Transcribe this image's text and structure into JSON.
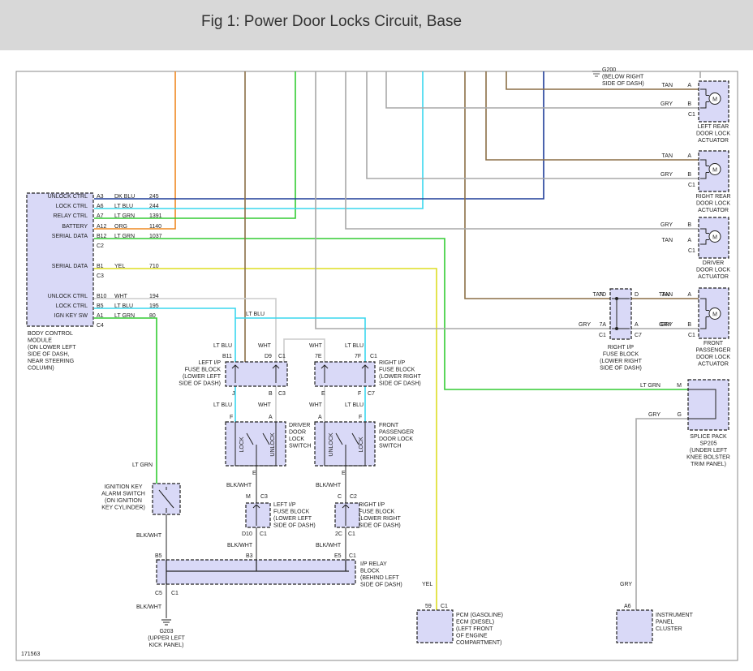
{
  "header": {
    "title": "Fig 1: Power Door Locks Circuit, Base"
  },
  "colors": {
    "tan": "#8b6f47",
    "gry": "#a8a8a8",
    "dkblu": "#1f3d99",
    "ltblu": "#3ad7ee",
    "ltgrn": "#33cc33",
    "org": "#ee8822",
    "yel": "#eeee22",
    "blkwht": "#777777"
  },
  "bcm": {
    "pins": [
      {
        "pin": "A3",
        "name": "UNLOCK CTRL",
        "color": "DK BLU",
        "circuit": "245"
      },
      {
        "pin": "A6",
        "name": "LOCK CTRL",
        "color": "LT BLU",
        "circuit": "244"
      },
      {
        "pin": "A7",
        "name": "RELAY CTRL",
        "color": "LT GRN",
        "circuit": "1391"
      },
      {
        "pin": "A12",
        "name": "BATTERY",
        "color": "ORG",
        "circuit": "1140"
      },
      {
        "pin": "B12",
        "name": "SERIAL DATA",
        "color": "LT GRN",
        "circuit": "1037"
      },
      {
        "pin": "C2",
        "name": "",
        "color": "",
        "circuit": ""
      },
      {
        "pin": "B1",
        "name": "SERIAL DATA",
        "color": "YEL",
        "circuit": "710"
      },
      {
        "pin": "C3",
        "name": "",
        "color": "",
        "circuit": ""
      },
      {
        "pin": "B10",
        "name": "UNLOCK CTRL",
        "color": "WHT",
        "circuit": "194"
      },
      {
        "pin": "B5",
        "name": "LOCK CTRL",
        "color": "LT BLU",
        "circuit": "195"
      },
      {
        "pin": "A1",
        "name": "IGN KEY SW",
        "color": "LT GRN",
        "circuit": "80"
      },
      {
        "pin": "C4",
        "name": "",
        "color": "",
        "circuit": ""
      }
    ],
    "label": [
      "BODY CONTROL",
      "MODULE",
      "(ON LOWER LEFT",
      "SIDE OF DASH,",
      "NEAR STEERING",
      "COLUMN)"
    ]
  },
  "ground_top": {
    "label": [
      "G200",
      "(BELOW RIGHT",
      "SIDE OF DASH)"
    ]
  },
  "actuators": [
    {
      "label": [
        "LEFT REAR",
        "DOOR LOCK",
        "ACTUATOR"
      ],
      "wire_a": "TAN",
      "pin_a": "A",
      "wire_b": "GRY",
      "pin_b": "B",
      "conn": "C1"
    },
    {
      "label": [
        "RIGHT REAR",
        "DOOR LOCK",
        "ACTUATOR"
      ],
      "wire_a": "TAN",
      "pin_a": "A",
      "wire_b": "GRY",
      "pin_b": "B",
      "conn": "C1"
    },
    {
      "label": [
        "DRIVER",
        "DOOR LOCK",
        "ACTUATOR"
      ],
      "wire_a": "GRY",
      "pin_a": "B",
      "wire_b": "TAN",
      "pin_b": "A",
      "conn": "C1"
    },
    {
      "label": [
        "FRONT",
        "PASSENGER",
        "DOOR LOCK",
        "ACTUATOR"
      ],
      "wire_a": "TAN",
      "pin_a": "A",
      "wire_b": "GRY",
      "pin_b": "B",
      "conn": "C1"
    }
  ],
  "motor_symbol": "M",
  "right_fuse_block_top": {
    "label": [
      "RIGHT I/P",
      "FUSE BLOCK",
      "(LOWER RIGHT",
      "SIDE OF DASH)"
    ],
    "wire_in_top": "TAN",
    "pin_in_top": "7D",
    "pin_out_top": "D",
    "wire_out_top": "TAN",
    "wire_in_bot": "GRY",
    "pin_in_bot": "7A",
    "pin_out_bot": "A",
    "wire_out_bot": "GRY",
    "conn_left": "C1",
    "conn_right": "C7"
  },
  "splice_pack": {
    "label": [
      "SPLICE PACK",
      "SP205",
      "(UNDER LEFT",
      "KNEE BOLSTER",
      "TRIM PANEL)"
    ],
    "wire_m": "LT GRN",
    "pin_m": "M",
    "wire_g": "GRY",
    "pin_g": "G"
  },
  "left_fuse_block": {
    "label": [
      "LEFT I/P",
      "FUSE BLOCK",
      "(LOWER LEFT",
      "SIDE OF DASH)"
    ],
    "wire_tl": "LT BLU",
    "pin_tl": "B11",
    "wire_tr": "WHT",
    "pin_tr": "D9",
    "conn_tr": "C1",
    "pin_bl": "J",
    "pin_br": "B",
    "conn_br": "C3",
    "top_wire": "LT BLU"
  },
  "right_fuse_block_mid": {
    "label": [
      "RIGHT I/P",
      "FUSE BLOCK",
      "(LOWER RIGHT",
      "SIDE OF DASH)"
    ],
    "wire_tl": "WHT",
    "pin_tl": "7E",
    "wire_tr": "LT BLU",
    "pin_tr": "7F",
    "conn_tr": "C1",
    "pin_bl": "E",
    "pin_br": "F",
    "conn_br": "C7"
  },
  "driver_switch": {
    "label": [
      "DRIVER",
      "DOOR",
      "LOCK",
      "SWITCH"
    ],
    "wire_f": "LT BLU",
    "pin_f": "F",
    "wire_a": "WHT",
    "pin_a": "A",
    "pin_e": "E",
    "lock": "LOCK",
    "unlock": "UNLOCK"
  },
  "pass_switch": {
    "label": [
      "FRONT",
      "PASSENGER",
      "DOOR LOCK",
      "SWITCH"
    ],
    "wire_a": "WHT",
    "pin_a": "A",
    "wire_f": "LT BLU",
    "pin_f": "F",
    "pin_e": "E",
    "lock": "LOCK",
    "unlock": "UNLOCK"
  },
  "left_fuse_low": {
    "label": [
      "LEFT I/P",
      "FUSE BLOCK",
      "(LOWER LEFT",
      "SIDE OF DASH)"
    ],
    "wire_in": "BLK/WHT",
    "pin_in": "M",
    "conn_in": "C3",
    "pin_out": "D10",
    "conn_out": "C1",
    "wire_out": "BLK/WHT"
  },
  "right_fuse_low": {
    "label": [
      "RIGHT I/P",
      "FUSE BLOCK",
      "(LOWER RIGHT",
      "SIDE OF DASH)"
    ],
    "wire_in": "BLK/WHT",
    "pin_in": "C",
    "conn_in": "C2",
    "pin_out": "2C",
    "conn_out": "C1",
    "wire_out": "BLK/WHT"
  },
  "ign_switch": {
    "label": [
      "IGNITION KEY",
      "ALARM SWITCH",
      "(ON IGNITION",
      "KEY CYLINDER)"
    ],
    "wire_in": "LT GRN",
    "wire_out": "BLK/WHT"
  },
  "relay_block": {
    "label": [
      "I/P RELAY",
      "BLOCK",
      "(BEHIND LEFT",
      "SIDE OF DASH)"
    ],
    "pin_b5": "B5",
    "pin_b3": "B3",
    "pin_e5": "E5",
    "conn_e5": "C1",
    "pin_c5": "C5",
    "conn_c5": "C1",
    "wire_out": "BLK/WHT"
  },
  "ground_bottom": {
    "label": [
      "G203",
      "(UPPER LEFT",
      "KICK PANEL)"
    ]
  },
  "pcm": {
    "label": [
      "PCM  (GASOLINE)",
      "ECM  (DIESEL)",
      "(LEFT FRONT",
      "OF ENGINE",
      "COMPARTMENT)"
    ],
    "wire": "YEL",
    "pin": "59",
    "conn": "C1"
  },
  "ipc": {
    "label": [
      "INSTRUMENT",
      "PANEL",
      "CLUSTER"
    ],
    "wire": "GRY",
    "pin": "A6"
  },
  "fig_id": "171563"
}
